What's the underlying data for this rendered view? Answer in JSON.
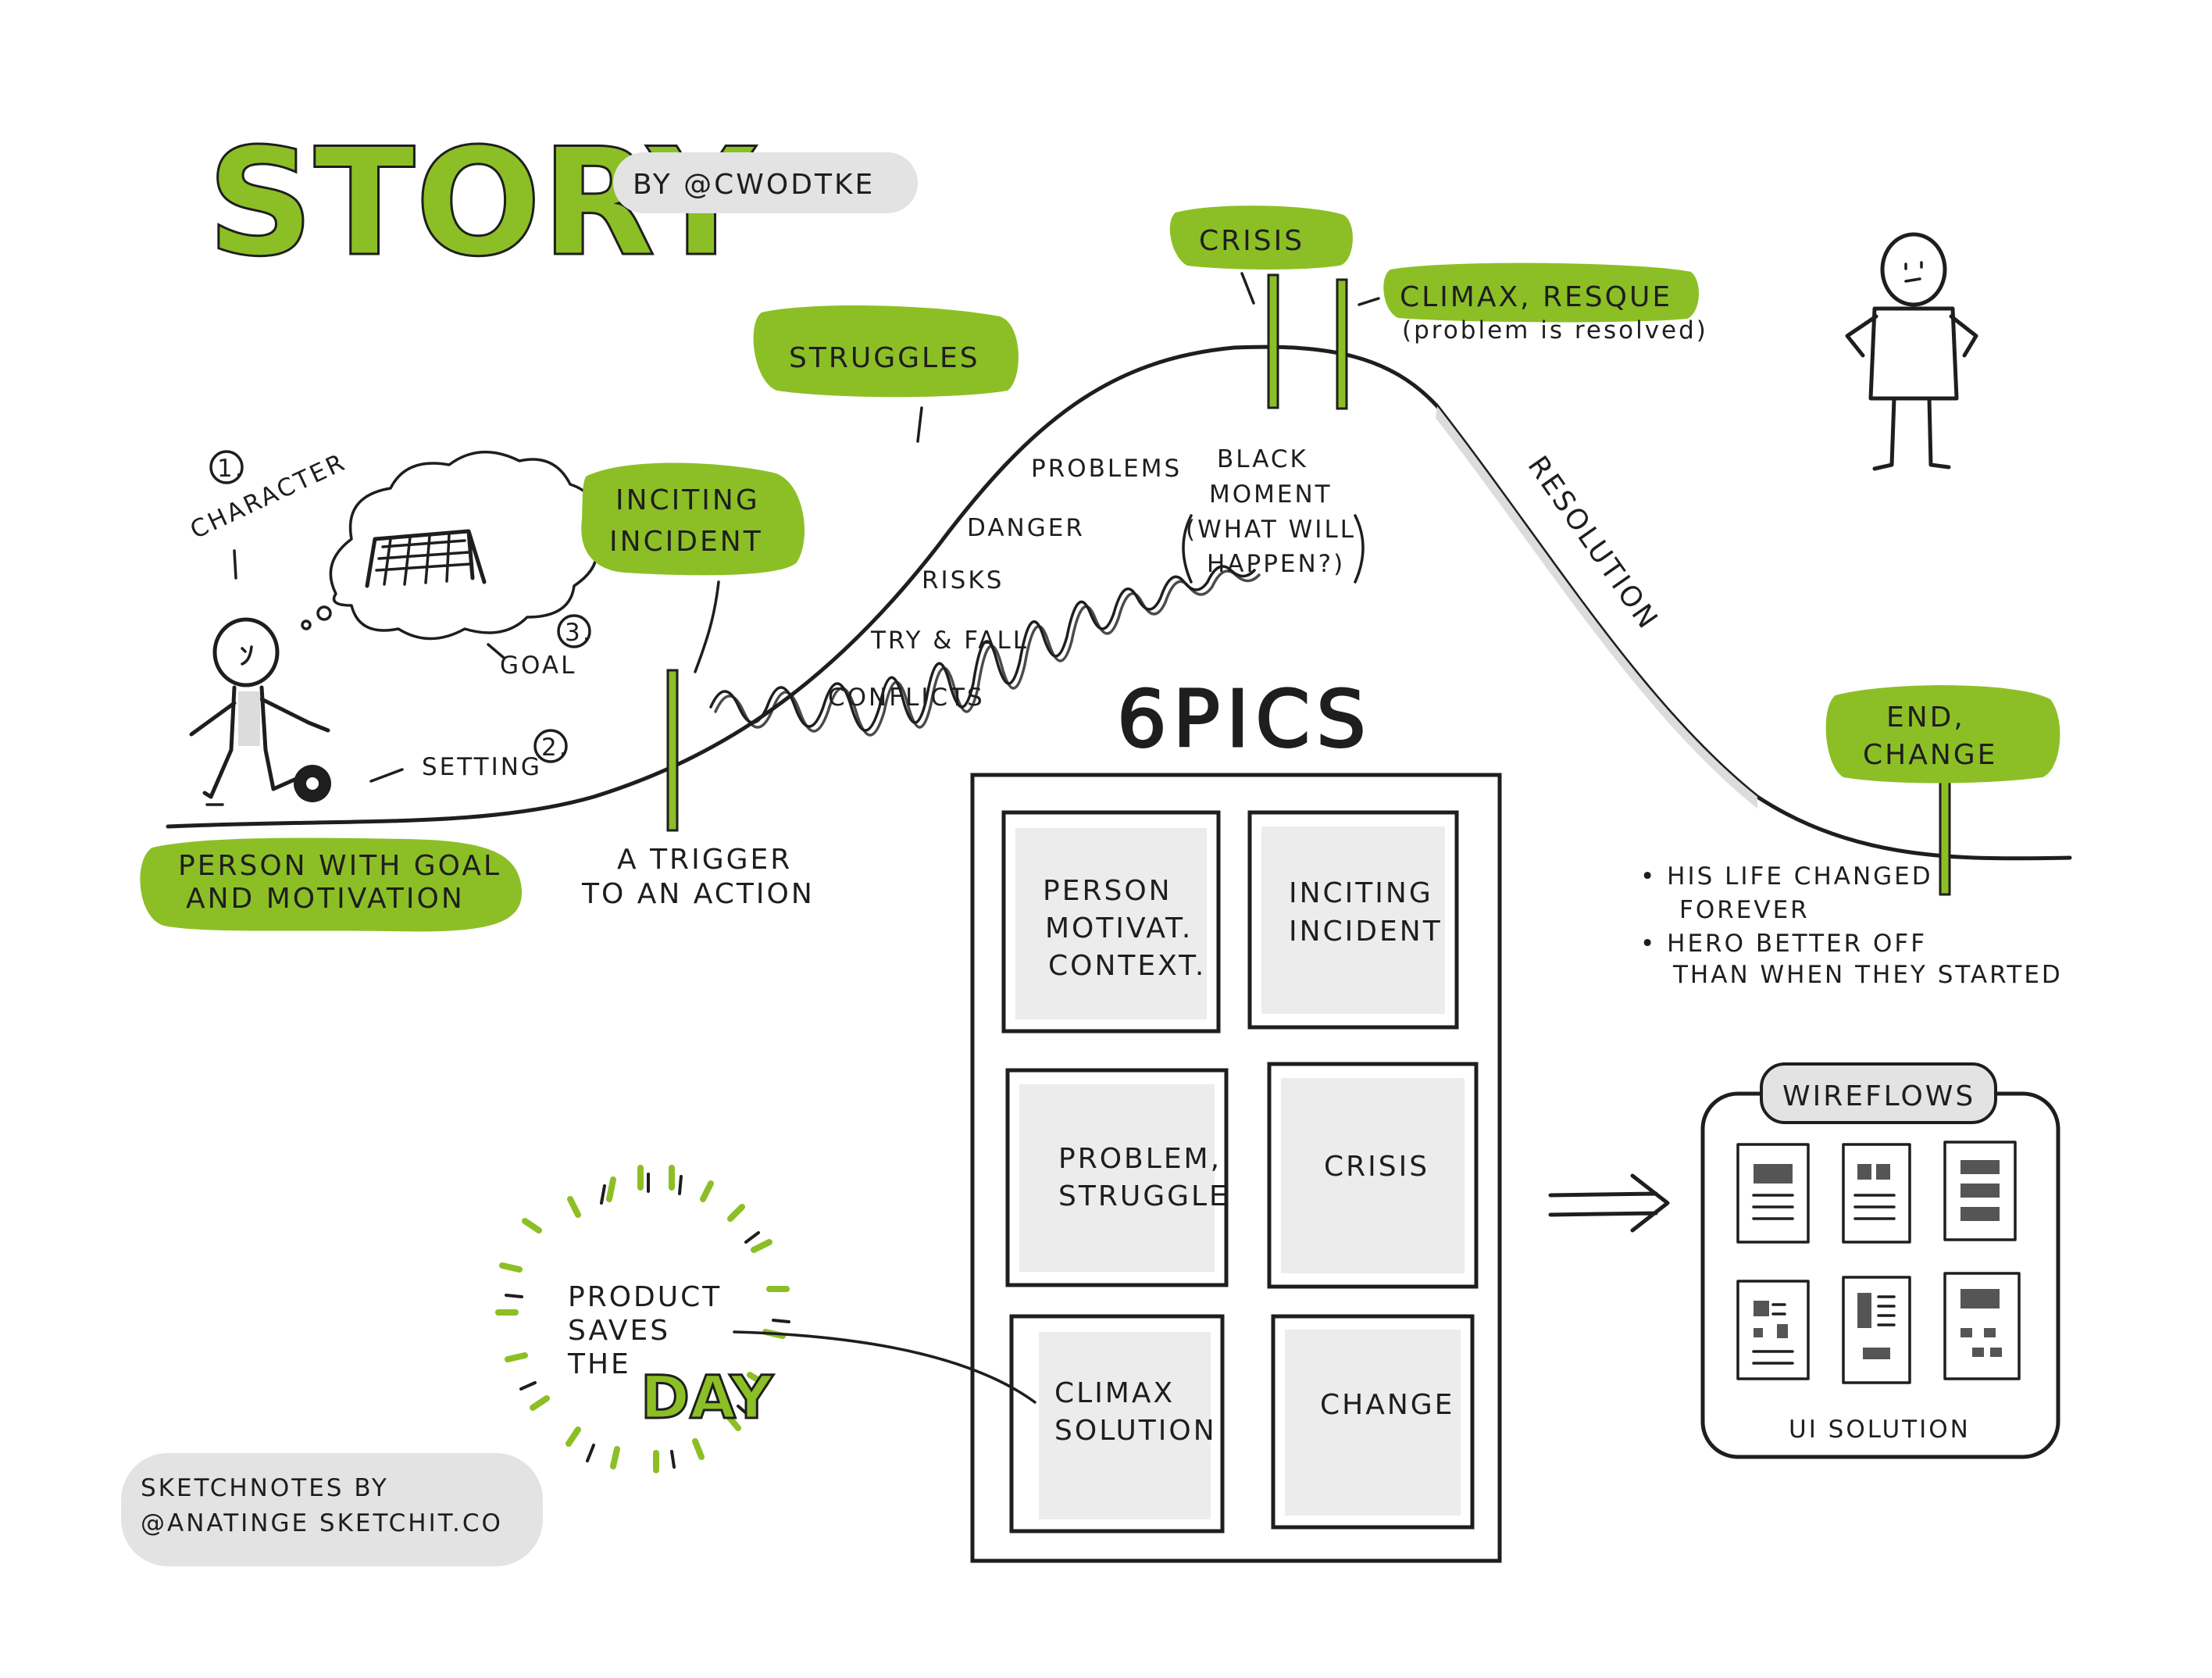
{
  "header": {
    "title": "STORY",
    "byline": "BY @CWODTKE"
  },
  "arc": {
    "character": "CHARACTER",
    "character_num": "1.",
    "setting": "SETTING",
    "setting_num": "2.",
    "goal": "GOAL",
    "goal_num": "3.",
    "person_line1": "PERSON WITH GOAL",
    "person_line2": "AND MOTIVATION",
    "trigger_line1": "A TRIGGER",
    "trigger_line2": "TO AN ACTION",
    "inciting_line1": "INCITING",
    "inciting_line2": "INCIDENT",
    "struggles": "STRUGGLES",
    "problems": "PROBLEMS",
    "danger": "DANGER",
    "risks": "RISKS",
    "try_fall": "TRY & FALL",
    "conflicts": "CONFLICTS",
    "crisis": "CRISIS",
    "climax": "CLIMAX, RESQUE",
    "climax_note": "(problem is resolved)",
    "black_line1": "BLACK",
    "black_line2": "MOMENT",
    "black_line3": "(WHAT WILL",
    "black_line4": "HAPPEN?)",
    "resolution": "RESOLUTION",
    "end_line1": "END,",
    "end_line2": "CHANGE",
    "bullet1_line1": "• HIS LIFE CHANGED",
    "bullet1_line2": "FOREVER",
    "bullet2_line1": "• HERO BETTER OFF",
    "bullet2_line2": "THAN WHEN THEY STARTED"
  },
  "six_pics": {
    "title": "6PICS",
    "cells": [
      {
        "lines": [
          "PERSON",
          "MOTIVAT.",
          "CONTEXT."
        ]
      },
      {
        "lines": [
          "INCITING",
          "INCIDENT"
        ]
      },
      {
        "lines": [
          "PROBLEM,",
          "STRUGGLE"
        ]
      },
      {
        "lines": [
          "CRISIS"
        ]
      },
      {
        "lines": [
          "CLIMAX",
          "SOLUTION"
        ]
      },
      {
        "lines": [
          "CHANGE"
        ]
      }
    ]
  },
  "product": {
    "line1": "PRODUCT",
    "line2": "SAVES",
    "line3": "THE",
    "line4": "DAY"
  },
  "wireflows": {
    "title": "WIREFLOWS",
    "caption": "UI SOLUTION"
  },
  "footer": {
    "line1": "SKETCHNOTES BY",
    "line2": "@ANATINGE SKETCHIT.CO"
  },
  "colors": {
    "accent": "#8cbf26",
    "ink": "#1e1e1e",
    "pill": "#e3e3e3"
  }
}
